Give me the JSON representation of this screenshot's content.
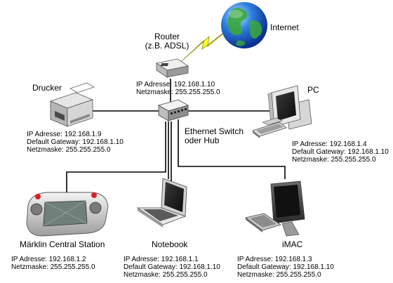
{
  "internet": {
    "label": "Internet",
    "icon": "globe-icon"
  },
  "router": {
    "title_line1": "Router",
    "title_line2": "(z.B. ADSL)",
    "ip": "IP Adresse: 192.168.1.10",
    "mask": "Netzmaske: 255.255.255.0",
    "icon": "router-icon"
  },
  "switch": {
    "line1": "Ethernet Switch",
    "line2": "oder Hub",
    "icon": "switch-icon"
  },
  "drucker": {
    "name": "Drucker",
    "ip": "IP Adresse: 192.168.1.9",
    "gateway": "Default Gateway: 192.168.1.10",
    "mask": "Netzmaske: 255.255.255.0",
    "icon": "printer-icon"
  },
  "pc": {
    "name": "PC",
    "ip": "IP Adresse: 192.168.1.4",
    "gateway": "Default Gateway: 192.168.1.10",
    "mask": "Netzmaske: 255.255.255.0",
    "icon": "desktop-pc-icon"
  },
  "cs": {
    "name": "Märklin Central Station",
    "ip": "IP Adresse: 192.168.1.2",
    "mask": "Netzmaske: 255.255.255.0",
    "icon": "central-station-icon"
  },
  "notebook": {
    "name": "Notebook",
    "ip": "IP Adresse: 192.168.1.1",
    "gateway": "Default Gateway: 192.168.1.10",
    "mask": "Netzmaske: 255.255.255.0",
    "icon": "laptop-icon"
  },
  "imac": {
    "name": "iMAC",
    "ip": "IP Adresse: 192.168.1.3",
    "gateway": "Default Gateway: 192.168.1.10",
    "mask": "Netzmaske: 255.255.255.0",
    "icon": "imac-icon"
  },
  "colors": {
    "cable": "#000000",
    "lightning": "#ffff00",
    "globe_ocean": "#1e66d6",
    "globe_land": "#3aa23a",
    "device_gray": "#c9c9c9"
  }
}
